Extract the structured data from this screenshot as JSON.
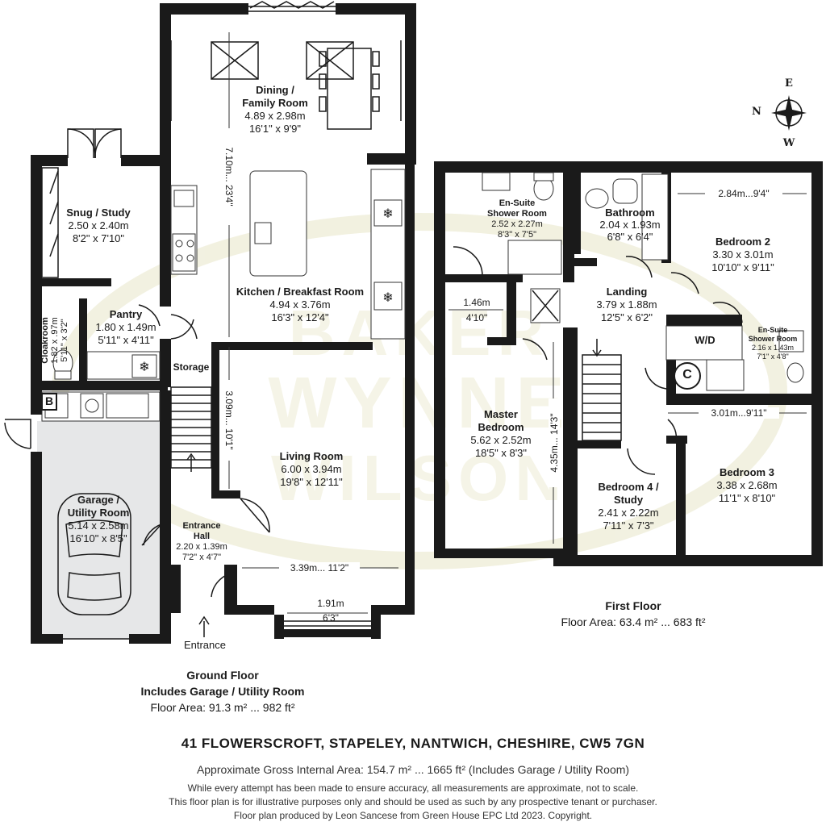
{
  "ground_floor": {
    "rooms": [
      {
        "name": "Dining /",
        "name2": "Family Room",
        "metric": "4.89 x 2.98m",
        "imperial": "16'1\" x 9'9\""
      },
      {
        "name": "Snug / Study",
        "metric": "2.50 x 2.40m",
        "imperial": "8'2\" x 7'10\""
      },
      {
        "name": "Kitchen / Breakfast Room",
        "metric": "4.94 x 3.76m",
        "imperial": "16'3\" x 12'4\""
      },
      {
        "name": "Pantry",
        "metric": "1.80 x 1.49m",
        "imperial": "5'11\" x 4'11\""
      },
      {
        "name": "Cloakroom",
        "metric": "1.82 x .97m",
        "imperial": "5'11\" x 3'2\""
      },
      {
        "name": "Storage"
      },
      {
        "name": "Living Room",
        "metric": "6.00 x 3.94m",
        "imperial": "19'8\" x 12'11\""
      },
      {
        "name": "Garage /",
        "name2": "Utility Room",
        "metric": "5.14 x 2.58m",
        "imperial": "16'10\" x 8'5\""
      },
      {
        "name": "Entrance",
        "name2": "Hall",
        "metric": "2.20 x 1.39m",
        "imperial": "7'2\" x 4'7\""
      }
    ],
    "dims": {
      "dining_vertical": "7.10m... 23'4\"",
      "living_vertical": "3.09m... 10'1\"",
      "living_horizontal": "3.39m... 11'2\"",
      "bay_metric": "1.91m",
      "bay_imperial": "6'3\""
    },
    "boiler_label": "B",
    "entrance_label": "Entrance",
    "title": "Ground Floor",
    "subtitle": "Includes Garage / Utility Room",
    "area": "Floor Area: 91.3 m² ... 982 ft²"
  },
  "first_floor": {
    "rooms": [
      {
        "name": "En-Suite",
        "name2": "Shower Room",
        "metric": "2.52 x 2.27m",
        "imperial": "8'3\" x 7'5\""
      },
      {
        "name": "Bathroom",
        "metric": "2.04 x 1.93m",
        "imperial": "6'8\" x 6'4\""
      },
      {
        "name": "Bedroom 2",
        "metric": "3.30 x 3.01m",
        "imperial": "10'10\" x 9'11\""
      },
      {
        "name": "Landing",
        "metric": "3.79 x 1.88m",
        "imperial": "12'5\" x 6'2\""
      },
      {
        "name": "W/D"
      },
      {
        "name": "En-Suite",
        "name2": "Shower Room",
        "metric": "2.16 x 1.43m",
        "imperial": "7'1\" x 4'8\""
      },
      {
        "name": "Master",
        "name2": "Bedroom",
        "metric": "5.62 x 2.52m",
        "imperial": "18'5\" x 8'3\""
      },
      {
        "name": "Bedroom 4 /",
        "name2": "Study",
        "metric": "2.41 x 2.22m",
        "imperial": "7'11\" x 7'3\""
      },
      {
        "name": "Bedroom 3",
        "metric": "3.38 x 2.68m",
        "imperial": "11'1\" x 8'10\""
      }
    ],
    "dims": {
      "bed2_horizontal": "2.84m...9'4\"",
      "landing_metric": "1.46m",
      "landing_imperial": "4'10\"",
      "master_vertical": "4.35m... 14'3\"",
      "bed3_horizontal": "3.01m...9'11\""
    },
    "cupboard_label": "C",
    "title": "First Floor",
    "area": "Floor Area: 63.4 m² ... 683 ft²"
  },
  "compass": {
    "n": "N",
    "e": "E",
    "w": "W"
  },
  "watermark": "BAKER WYNNE & WILSON",
  "footer": {
    "address": "41 FLOWERSCROFT, STAPELEY, NANTWICH, CHESHIRE, CW5 7GN",
    "gross_area": "Approximate Gross Internal Area: 154.7 m² ... 1665 ft² (Includes Garage / Utility Room)",
    "disclaimer1": "While every attempt has been made to ensure accuracy, all measurements are approximate, not to scale.",
    "disclaimer2": "This floor plan is for illustrative purposes only and should be used as such by any prospective tenant or purchaser.",
    "disclaimer3": "Floor plan produced by Leon Sancese from Green House EPC Ltd 2023. Copyright."
  },
  "colors": {
    "wall": "#1a1a1a",
    "garage_fill": "#e6e7e8",
    "watermark": "#e8e6c8"
  }
}
